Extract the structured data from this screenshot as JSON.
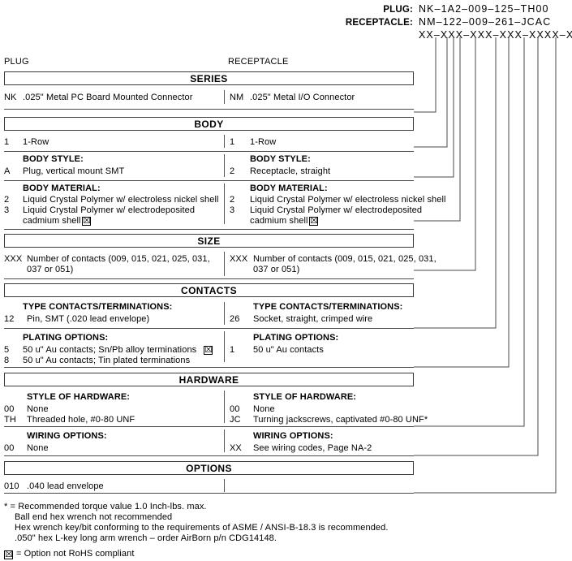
{
  "part_number_legend": {
    "plug_label": "PLUG:",
    "plug_value": "NK–1A2–009–125–TH00",
    "receptacle_label": "RECEPTACLE:",
    "receptacle_value": "NM–122–009–261–JCAC",
    "mask": "XX–XXX–XXX–XXX–XXXX–XXX"
  },
  "columns": {
    "left": "PLUG",
    "right": "RECEPTACLE"
  },
  "sections": [
    {
      "banner": "SERIES",
      "groups": [
        {
          "title": null,
          "left": [
            {
              "code": "NK",
              "text": ".025\" Metal PC Board Mounted Connector"
            }
          ],
          "right": [
            {
              "code": "NM",
              "text": ".025\" Metal I/O Connector"
            }
          ]
        }
      ]
    },
    {
      "banner": "BODY",
      "groups": [
        {
          "title": null,
          "left": [
            {
              "code": "1",
              "text": "1-Row"
            }
          ],
          "right": [
            {
              "code": "1",
              "text": "1-Row"
            }
          ]
        },
        {
          "title": "BODY STYLE:",
          "left": [
            {
              "code": "A",
              "text": "Plug, vertical mount SMT"
            }
          ],
          "right": [
            {
              "code": "2",
              "text": "Receptacle, straight"
            }
          ]
        },
        {
          "title": "BODY MATERIAL:",
          "left": [
            {
              "code": "2",
              "text": "Liquid Crystal Polymer w/ electroless nickel shell"
            },
            {
              "code": "3",
              "text": "Liquid Crystal Polymer w/ electrodeposited",
              "text2": "cadmium shell",
              "rohs": true
            }
          ],
          "right": [
            {
              "code": "2",
              "text": "Liquid Crystal Polymer w/ electroless nickel shell"
            },
            {
              "code": "3",
              "text": "Liquid Crystal Polymer w/ electrodeposited",
              "text2": "cadmium shell",
              "rohs": true
            }
          ]
        }
      ]
    },
    {
      "banner": "SIZE",
      "groups": [
        {
          "title": null,
          "left": [
            {
              "code": "XXX",
              "text": "Number of contacts (009, 015, 021, 025, 031,",
              "text2": "037 or 051)"
            }
          ],
          "right": [
            {
              "code": "XXX",
              "text": "Number of contacts (009, 015, 021, 025, 031,",
              "text2": "037 or 051)"
            }
          ]
        }
      ]
    },
    {
      "banner": "CONTACTS",
      "groups": [
        {
          "title": "TYPE CONTACTS/TERMINATIONS:",
          "left": [
            {
              "code": "12",
              "text": "Pin, SMT (.020 lead envelope)"
            }
          ],
          "right": [
            {
              "code": "26",
              "text": "Socket, straight, crimped wire"
            }
          ]
        },
        {
          "title": "PLATING OPTIONS:",
          "left": [
            {
              "code": "5",
              "text": "50 u\" Au contacts; Sn/Pb alloy terminations",
              "rohs": true
            },
            {
              "code": "8",
              "text": "50 u\" Au contacts; Tin plated terminations"
            }
          ],
          "right": [
            {
              "code": "1",
              "text": "50 u\" Au contacts"
            }
          ]
        }
      ]
    },
    {
      "banner": "HARDWARE",
      "groups": [
        {
          "title": "STYLE OF HARDWARE:",
          "left": [
            {
              "code": "00",
              "text": "None"
            },
            {
              "code": "TH",
              "text": "Threaded hole, #0-80 UNF"
            }
          ],
          "right": [
            {
              "code": "00",
              "text": "None"
            },
            {
              "code": "JC",
              "text": "Turning jackscrews, captivated #0-80 UNF*"
            }
          ]
        },
        {
          "title": "WIRING OPTIONS:",
          "left": [
            {
              "code": "00",
              "text": "None"
            }
          ],
          "right": [
            {
              "code": "XX",
              "text": "See wiring codes, Page NA-2"
            }
          ]
        }
      ]
    },
    {
      "banner": "OPTIONS",
      "groups": [
        {
          "title": null,
          "left": [
            {
              "code": "010",
              "text": ".040 lead envelope"
            }
          ],
          "right": []
        }
      ]
    }
  ],
  "footnotes": {
    "asterisk": [
      "* = Recommended torque value 1.0 Inch-lbs. max.",
      "Ball end hex wrench not recommended",
      "Hex wrench key/bit conforming to the requirements of ASME / ANSI-B-18.3 is recommended.",
      ".050\" hex L-key long arm wrench – order AirBorn p/n CDG14148."
    ],
    "rohs_note": "= Option not RoHS compliant"
  },
  "colors": {
    "line": "#4a4a4a",
    "text": "#000000",
    "background": "#ffffff"
  }
}
